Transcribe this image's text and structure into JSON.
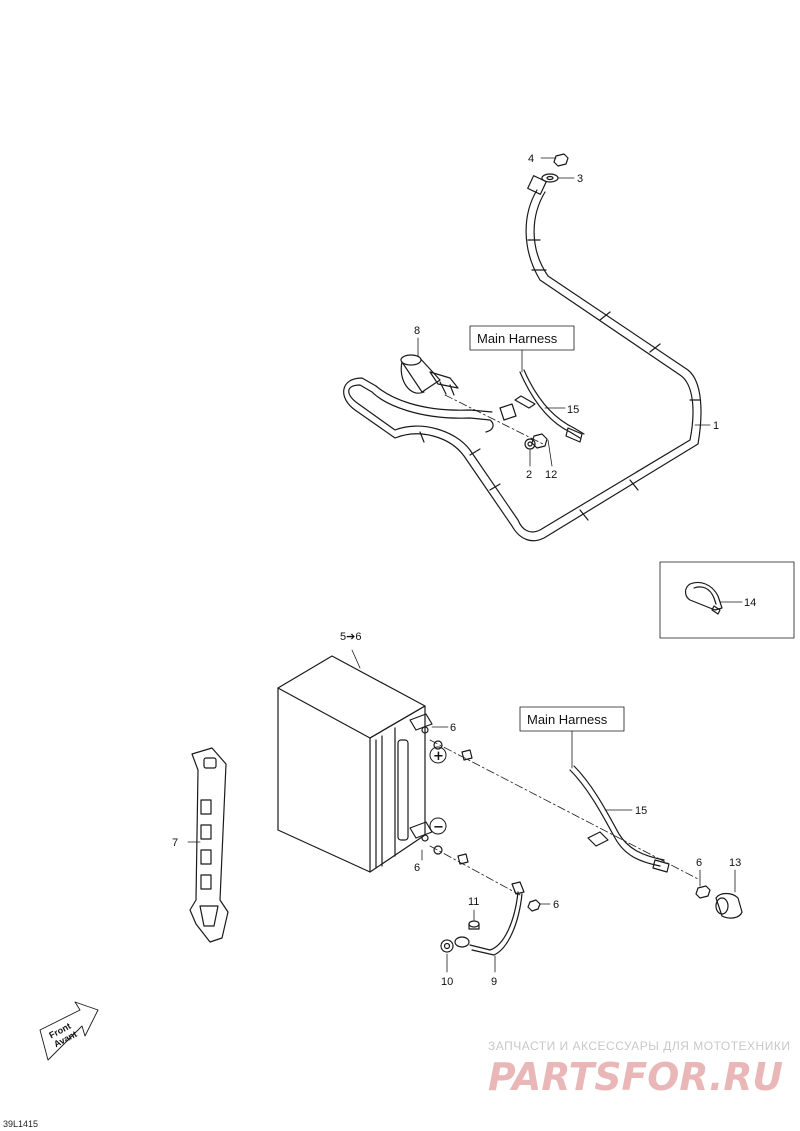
{
  "callouts": [
    {
      "id": "c4",
      "text": "4"
    },
    {
      "id": "c3",
      "text": "3"
    },
    {
      "id": "c8",
      "text": "8"
    },
    {
      "id": "c15a",
      "text": "15"
    },
    {
      "id": "c1",
      "text": "1"
    },
    {
      "id": "c2",
      "text": "2"
    },
    {
      "id": "c12",
      "text": "12"
    },
    {
      "id": "c14",
      "text": "14"
    },
    {
      "id": "c56",
      "text": "5➔6"
    },
    {
      "id": "c6a",
      "text": "6"
    },
    {
      "id": "c15b",
      "text": "15"
    },
    {
      "id": "c7",
      "text": "7"
    },
    {
      "id": "c6b",
      "text": "6"
    },
    {
      "id": "c6c",
      "text": "6"
    },
    {
      "id": "c13",
      "text": "13"
    },
    {
      "id": "c11",
      "text": "11"
    },
    {
      "id": "c6d",
      "text": "6"
    },
    {
      "id": "c10",
      "text": "10"
    },
    {
      "id": "c9",
      "text": "9"
    }
  ],
  "harness_labels": {
    "top": "Main Harness",
    "bottom": "Main Harness"
  },
  "terminals": {
    "plus": "+",
    "minus": "−"
  },
  "front_arrow": {
    "line1": "Front",
    "line2": "Avant"
  },
  "drawing_code": "39L1415",
  "watermark": {
    "tagline": "ЗАПЧАСТИ И АКСЕССУАРЫ ДЛЯ МОТОТЕХНИКИ",
    "logo": "PARTSFOR.RU"
  }
}
